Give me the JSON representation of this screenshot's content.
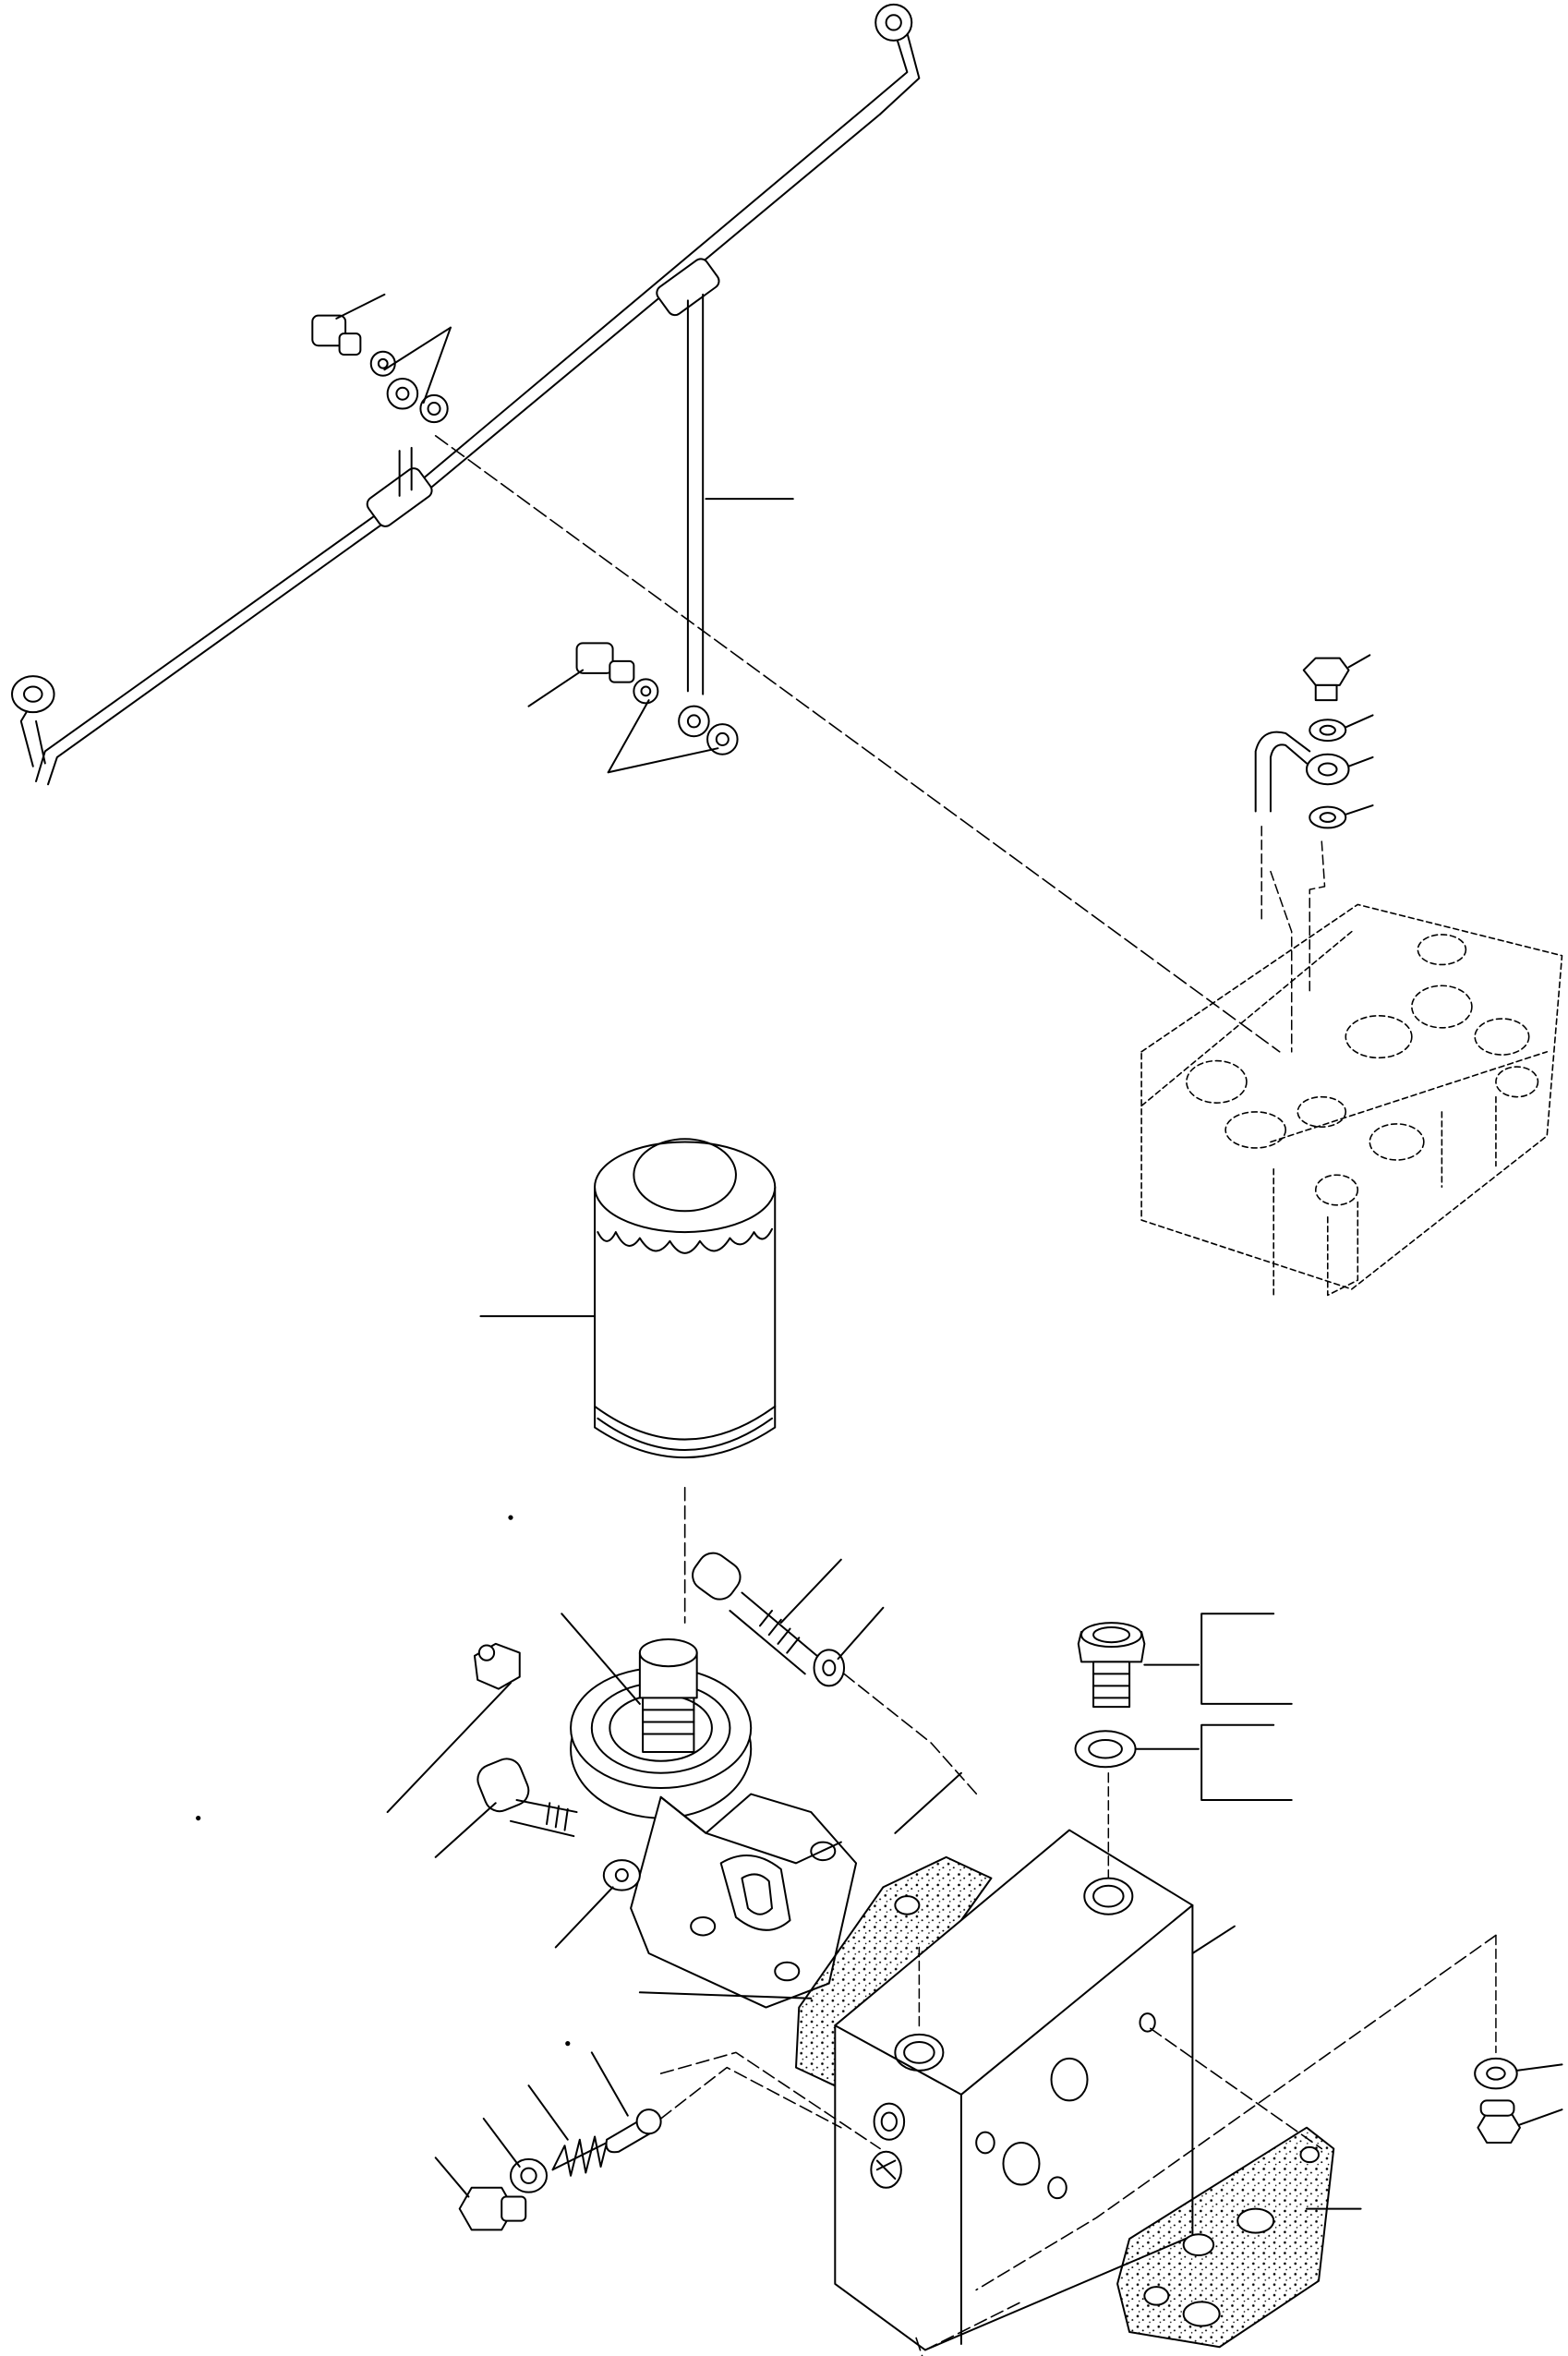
{
  "diagram": {
    "line_color": "#000000",
    "background_color": "#ffffff",
    "gasket_texture_color": "#000000",
    "parts": [
      {
        "name": "oil-feed-pipe-assembly"
      },
      {
        "name": "pipe-branch-tube"
      },
      {
        "name": "banjo-bolt-upper"
      },
      {
        "name": "banjo-bolt-lower"
      },
      {
        "name": "sealing-washers"
      },
      {
        "name": "cylinder-head-phantom"
      },
      {
        "name": "cylinder-head-banjo-fitting"
      },
      {
        "name": "oil-filter-cartridge"
      },
      {
        "name": "filter-head-bracket"
      },
      {
        "name": "filter-head-bolt"
      },
      {
        "name": "bracket-bolt"
      },
      {
        "name": "bracket-washer"
      },
      {
        "name": "sender-switch"
      },
      {
        "name": "bracket-gasket"
      },
      {
        "name": "oil-cooler-housing"
      },
      {
        "name": "housing-gasket"
      },
      {
        "name": "drain-plug-with-washer"
      },
      {
        "name": "relief-valve-plug"
      },
      {
        "name": "relief-valve-washer"
      },
      {
        "name": "relief-valve-spring"
      },
      {
        "name": "relief-valve-plunger"
      },
      {
        "name": "side-plug-with-washer"
      }
    ]
  }
}
